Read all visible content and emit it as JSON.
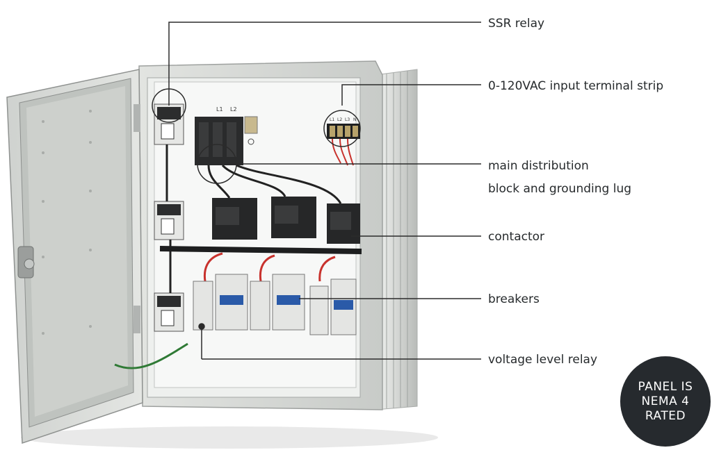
{
  "callouts": [
    {
      "id": "ssr-relay",
      "lines": [
        "SSR relay"
      ]
    },
    {
      "id": "terminal-strip",
      "lines": [
        "0-120VAC input terminal strip"
      ]
    },
    {
      "id": "main-distribution",
      "lines": [
        "main distribution",
        "block and grounding lug"
      ]
    },
    {
      "id": "contactor",
      "lines": [
        "contactor"
      ]
    },
    {
      "id": "breakers",
      "lines": [
        "breakers"
      ]
    },
    {
      "id": "voltage-relay",
      "lines": [
        "voltage level relay"
      ]
    }
  ],
  "panel_text": {
    "l1": "L1",
    "l2": "L2",
    "strip_l1": "L1",
    "strip_l2": "L2",
    "strip_l3": "L3",
    "strip_n": "N"
  },
  "badge": {
    "line1": "PANEL IS",
    "line2": "NEMA 4",
    "line3": "RATED"
  },
  "colors": {
    "badge_bg": "#262a2e",
    "enclosure": "#d9dbd8",
    "wire_red": "#c8322d",
    "breaker_blue": "#2a5aa8"
  }
}
